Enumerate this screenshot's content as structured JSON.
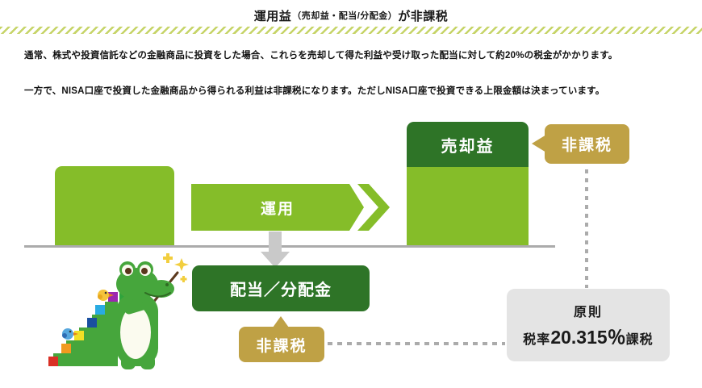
{
  "title": {
    "prefix": "運用益",
    "paren": "（売却益・配当/分配金）",
    "suffix": "が非課税"
  },
  "paragraphs": {
    "p1": "通常、株式や投資信託などの金融商品に投資をした場合、これらを売却して得た利益や受け取った配当に対して約20%の税金がかかります。",
    "p2": "一方で、NISA口座で投資した金融商品から得られる利益は非課税になります。ただしNISA口座で投資できる上限金額は決まっています。"
  },
  "diagram": {
    "invest_arrow_label": "運用",
    "sale_gain_label": "売却益",
    "sale_gain_badge": "非課税",
    "dividend_label": "配当／分配金",
    "dividend_badge": "非課税",
    "tax_note": {
      "line1": "原則",
      "prefix": "税率",
      "rate": "20.315％",
      "suffix": "課税"
    },
    "mascot": "crocodile-mascot"
  },
  "colors": {
    "light_green": "#85BD29",
    "dark_green": "#2E7427",
    "gold": "#BFA145",
    "stripe_green": "#C6D468",
    "gray_box": "#E4E4E4",
    "line_gray": "#ABABAB",
    "arrow_gray": "#C9C9C9"
  }
}
